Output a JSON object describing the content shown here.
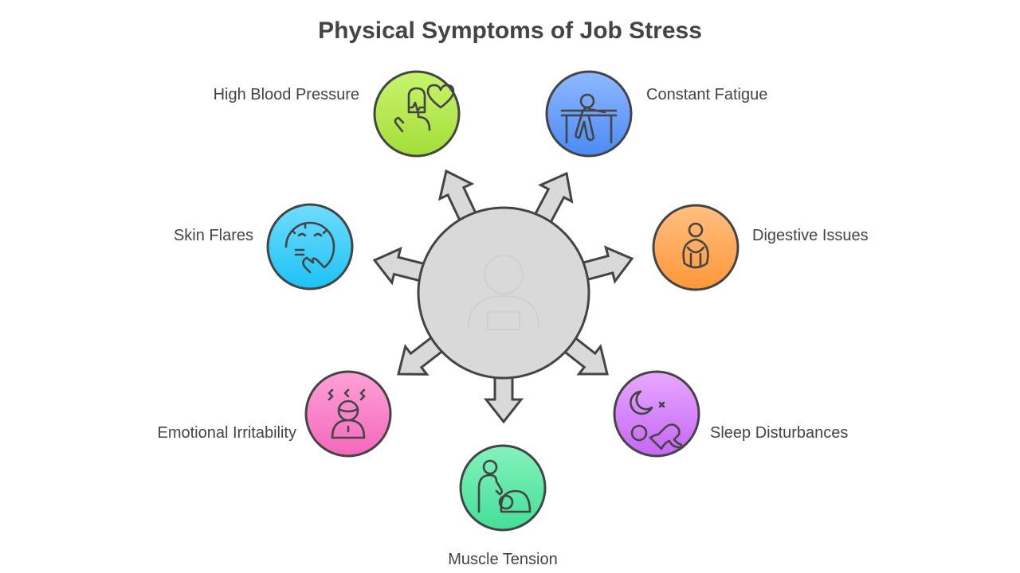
{
  "title": "Physical Symptoms of Job Stress",
  "symptoms": [
    {
      "label": "High Blood Pressure",
      "icon": "blood-pressure-monitor-icon",
      "colors": [
        "#c8f46e",
        "#a4de38"
      ]
    },
    {
      "label": "Constant Fatigue",
      "icon": "tired-person-at-desk-icon",
      "colors": [
        "#8fb8ff",
        "#4b8af5"
      ]
    },
    {
      "label": "Digestive Issues",
      "icon": "stomach-ache-person-icon",
      "colors": [
        "#ffbf80",
        "#ff973a"
      ]
    },
    {
      "label": "Skin Flares",
      "icon": "irritated-face-icon",
      "colors": [
        "#70dcff",
        "#1cc2f5"
      ]
    },
    {
      "label": "Emotional Irritability",
      "icon": "angry-person-icon",
      "colors": [
        "#ffa0d8",
        "#f468bb"
      ]
    },
    {
      "label": "Muscle Tension",
      "icon": "massage-icon",
      "colors": [
        "#85f2bc",
        "#43df98"
      ]
    },
    {
      "label": "Sleep Disturbances",
      "icon": "insomnia-moon-icon",
      "colors": [
        "#e8a8ff",
        "#c566f4"
      ]
    }
  ],
  "center": {
    "icon": "stressed-worker-icon",
    "color": "#d9d9d9"
  }
}
